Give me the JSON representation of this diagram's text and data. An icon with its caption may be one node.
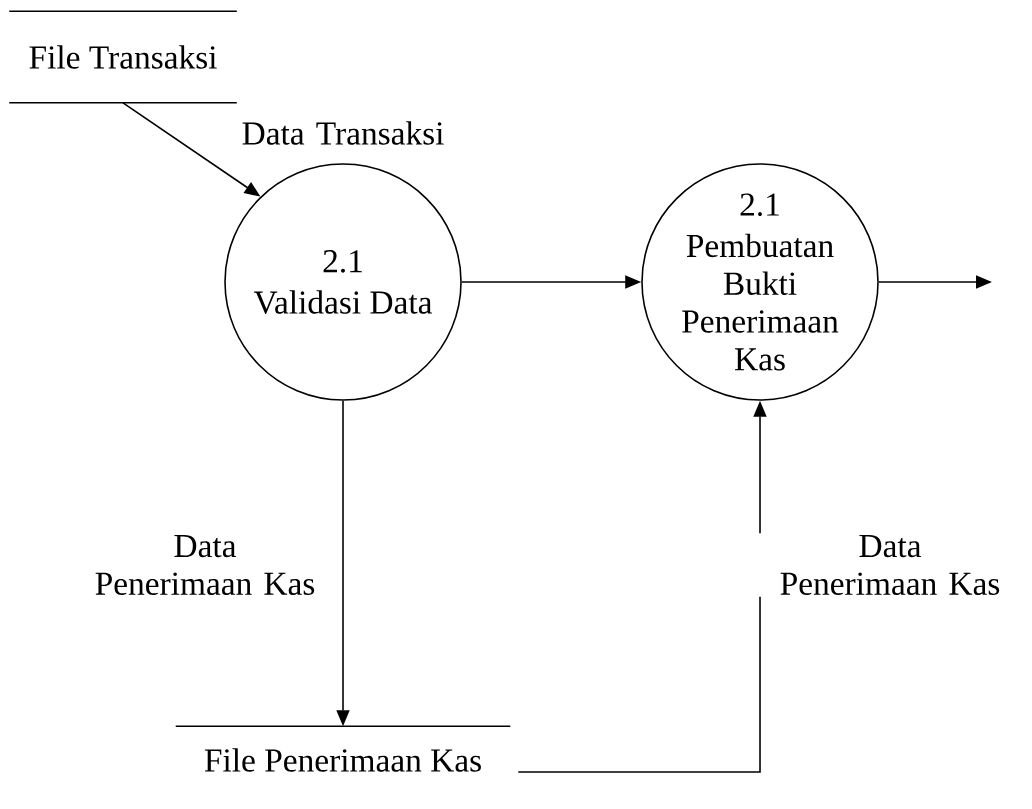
{
  "diagram": {
    "nodes": [
      {
        "text": [
          "File Transaksi"
        ]
      },
      {
        "text": [
          "2.1",
          "Validasi Data"
        ]
      },
      {
        "text": [
          "2.1",
          "Pembuatan Bukti Penerimaan Kas"
        ]
      },
      {
        "text": [
          "File Penerimaan Kas"
        ]
      }
    ],
    "edges": [
      {
        "from": 0,
        "to": 1,
        "arrow": "to",
        "label": "Data Transaksi"
      },
      {
        "from": 1,
        "to": 2,
        "arrow": "to"
      },
      {
        "from": 2,
        "to": null,
        "arrow": "to"
      },
      {
        "from": 1,
        "to": 3,
        "arrow": "to",
        "label": "Data Penerimaan Kas"
      },
      {
        "from": 3,
        "to": 2,
        "arrow": "to",
        "label": "Data Penerimaan Kas"
      }
    ]
  }
}
